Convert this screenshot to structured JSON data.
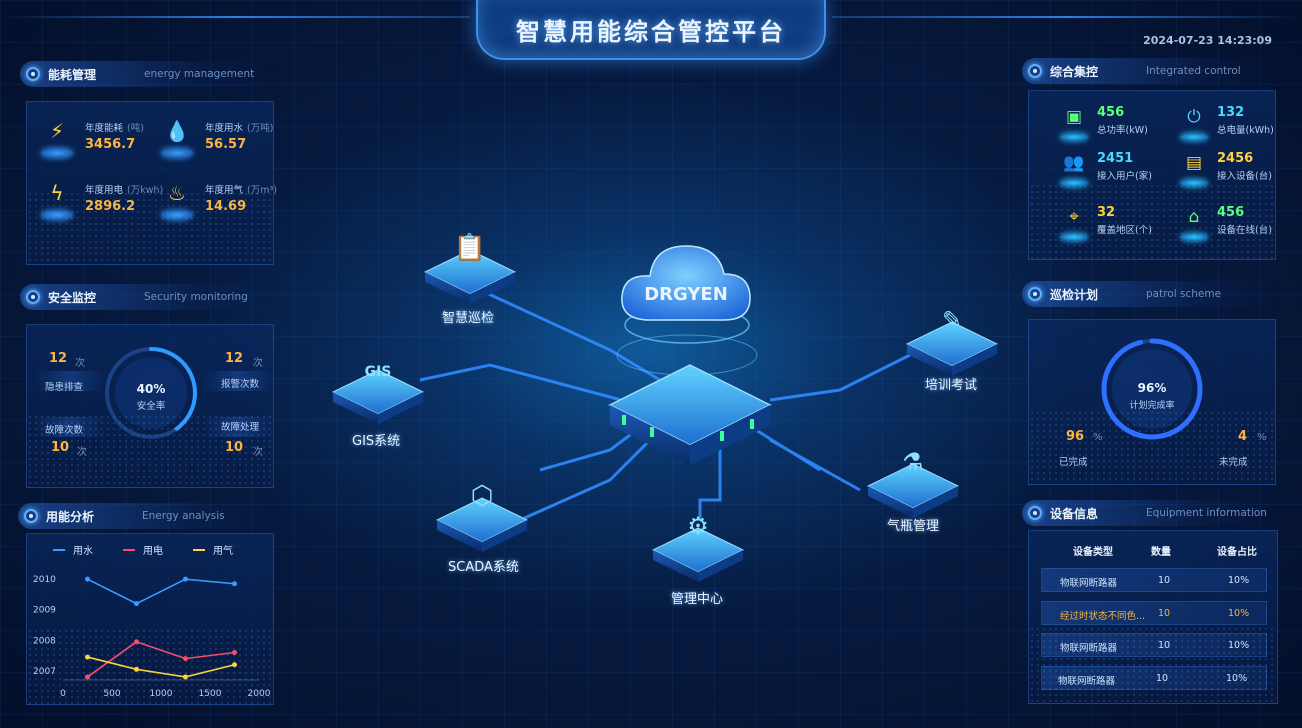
{
  "header": {
    "title": "智慧用能综合管控平台",
    "datetime": "2024-07-23 14:23:09"
  },
  "energy_management": {
    "title_cn": "能耗管理",
    "title_en": "energy management",
    "items": [
      {
        "label": "年度能耗",
        "unit": "(吨)",
        "value": "3456.7",
        "icon": "energy-icon"
      },
      {
        "label": "年度用水",
        "unit": "(万吨)",
        "value": "56.57",
        "icon": "water-drop-icon"
      },
      {
        "label": "年度用电",
        "unit": "(万kwh)",
        "value": "2896.2",
        "icon": "lightning-icon"
      },
      {
        "label": "年度用气",
        "unit": "(万m³)",
        "value": "14.69",
        "icon": "gas-heat-icon"
      }
    ]
  },
  "security": {
    "title_cn": "安全监控",
    "title_en": "Security monitoring",
    "gauge_value": "40%",
    "gauge_fraction": 0.4,
    "gauge_label": "安全率",
    "left_top": {
      "value": "12",
      "unit": "次",
      "label": "隐患排查"
    },
    "left_bottom": {
      "value": "10",
      "unit": "次",
      "label": "故障次数"
    },
    "right_top": {
      "value": "12",
      "unit": "次",
      "label": "报警次数"
    },
    "right_bottom": {
      "value": "10",
      "unit": "次",
      "label": "故障处理"
    }
  },
  "energy_analysis": {
    "title_cn": "用能分析",
    "title_en": "Energy analysis",
    "legend": [
      "用水",
      "用电",
      "用气"
    ]
  },
  "chart_data": {
    "type": "line",
    "x": [
      250,
      750,
      1250,
      1750
    ],
    "xticks": [
      "0",
      "500",
      "1000",
      "1500",
      "2000"
    ],
    "yticks": [
      "2007",
      "2008",
      "2009",
      "2010"
    ],
    "xlim": [
      0,
      2000
    ],
    "ylim": [
      2006.7,
      2010.3
    ],
    "series": [
      {
        "name": "用水",
        "color": "#3a9cff",
        "values": [
          2010.0,
          2009.2,
          2010.0,
          2009.85
        ]
      },
      {
        "name": "用电",
        "color": "#ff4a6a",
        "values": [
          2006.8,
          2007.95,
          2007.4,
          2007.6
        ]
      },
      {
        "name": "用气",
        "color": "#ffd23a",
        "values": [
          2007.45,
          2007.05,
          2006.8,
          2007.2
        ]
      }
    ]
  },
  "integrated_control": {
    "title_cn": "综合集控",
    "title_en": "Integrated control",
    "items": [
      {
        "value": "456",
        "label": "总功率(kW)",
        "color": "#5cff7a",
        "icon": "power-monitor-icon"
      },
      {
        "value": "132",
        "label": "总电量(kWh)",
        "color": "#4fd8ff",
        "icon": "battery-icon"
      },
      {
        "value": "2451",
        "label": "接入用户(家)",
        "color": "#4fd8ff",
        "icon": "users-icon"
      },
      {
        "value": "2456",
        "label": "接入设备(台)",
        "color": "#ffd23a",
        "icon": "device-icon"
      },
      {
        "value": "32",
        "label": "覆盖地区(个)",
        "color": "#ffd23a",
        "icon": "map-pin-icon"
      },
      {
        "value": "456",
        "label": "设备在线(台)",
        "color": "#5cff7a",
        "icon": "router-icon"
      }
    ]
  },
  "patrol": {
    "title_cn": "巡检计划",
    "title_en": "patrol scheme",
    "gauge_value": "96%",
    "gauge_fraction": 0.96,
    "gauge_label": "计划完成率",
    "done": {
      "value": "96",
      "unit": "%",
      "label": "已完成"
    },
    "undone": {
      "value": "4",
      "unit": "%",
      "label": "未完成"
    }
  },
  "equipment": {
    "title_cn": "设备信息",
    "title_en": "Equipment information",
    "headers": [
      "设备类型",
      "数量",
      "设备占比"
    ],
    "rows": [
      {
        "type": "物联网断路器",
        "count": "10",
        "ratio": "10%",
        "highlight": false
      },
      {
        "type": "经过时状态不同色...",
        "count": "10",
        "ratio": "10%",
        "highlight": true
      },
      {
        "type": "物联网断路器",
        "count": "10",
        "ratio": "10%",
        "highlight": false
      },
      {
        "type": "物联网断路器",
        "count": "10",
        "ratio": "10%",
        "highlight": false
      }
    ]
  },
  "center": {
    "cloud_text": "DRGYEN",
    "nodes": {
      "patrol": "智慧巡检",
      "gis": "GIS系统",
      "scada": "SCADA系统",
      "manage": "管理中心",
      "training": "培训考试",
      "gas": "气瓶管理"
    }
  }
}
